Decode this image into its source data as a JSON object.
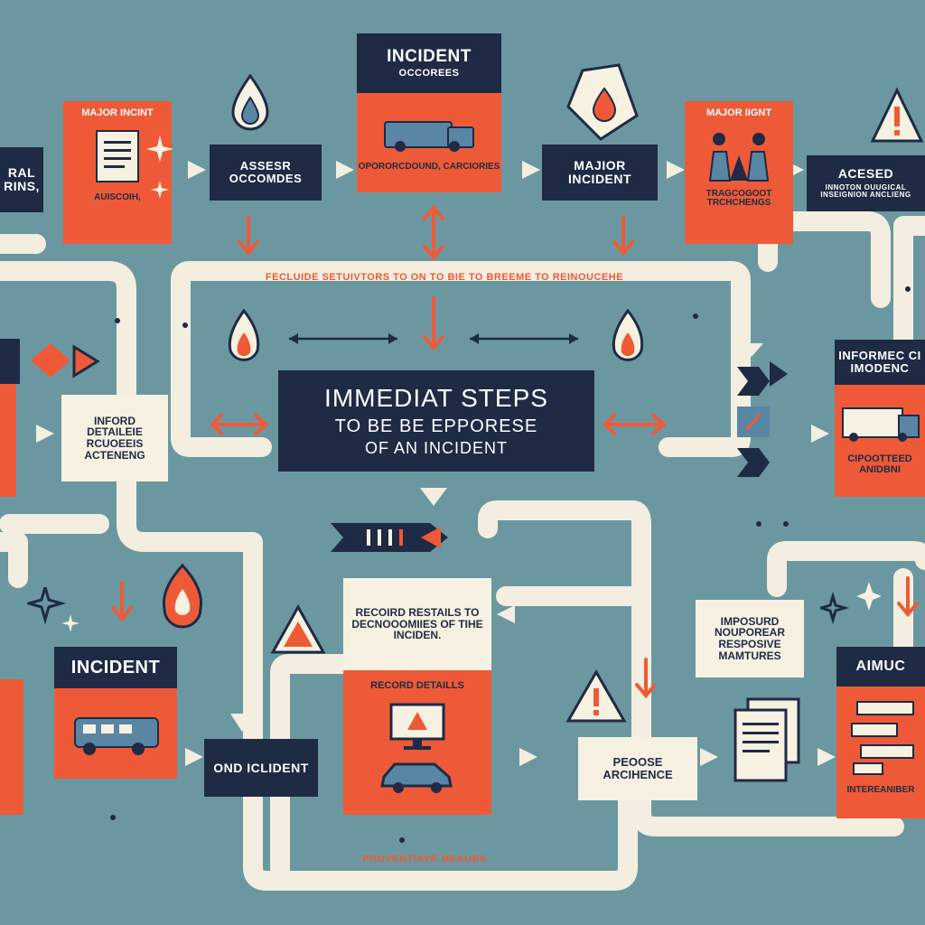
{
  "colors": {
    "background": "#6b98a0",
    "navy": "#1f2a44",
    "orange": "#ee5a37",
    "cream": "#f6f1e1",
    "path": "#f3eee0"
  },
  "top": {
    "incident_title": "INCIDENT",
    "incident_sub": "OCCOREES",
    "incident_caption": "OPORORCDOUND, CARCIORIES",
    "major_incident_left_tag": "MAJOR INCINT",
    "major_incident_left_caption": "AUISCOIH,",
    "assesr_box": "ASSESR OCCOMDES",
    "major_incident_center": "MAJIOR INCIDENT",
    "major_incident_right_tag": "MAJOR IIGNT",
    "major_incident_right_caption": "TRAGCOGOOT TRCHCHENGS",
    "acesed_box_title": "ACESED",
    "acesed_box_sub": "INNOTON OUUGICAL INSEIGNION ANCLIENG",
    "left_edge_box": "RAL RINS,"
  },
  "banner": {
    "path_text": "FECLUIDE SETUIVTORS TO ON TO BIE TO BREEME TO REINOUCEHE"
  },
  "center": {
    "line1": "IMMEDIAT STEPS",
    "line2": "TO BE BE EPPORESE",
    "line3": "OF AN INCIDENT"
  },
  "left": {
    "inform_box": "INFORD DETAILEIE RCUOEEIS ACTENENG"
  },
  "right": {
    "informe_title": "INFORMEC CI IMODENC",
    "informe_caption": "CIPOOTTEED ANIDBNI"
  },
  "bottom": {
    "incident_title": "INCIDENT",
    "ond_incident": "OND ICLIDENT",
    "record_box": "RECOIRD RESTAILS TO DECNOOOMIIES OF TIHE INCIDEN.",
    "record_details": "RECORD DETAILLS",
    "pecorse_box": "PEOOSE ARCIHENCE",
    "imposurd_box": "IMPOSURD NOUPOREAR RESPOSIVE MAMTURES",
    "aimuc_title": "AIMUC",
    "aimuc_caption": "INTEREANIBER",
    "preventive_caption": "PROVENTIAVE MEAUBS"
  },
  "icons": [
    "water-drop-icon",
    "document-icon",
    "sparkle-icon",
    "truck-icon",
    "flame-drop-document-icon",
    "warning-icon",
    "handshake-icon",
    "flame-icon",
    "diamond-icon",
    "play-icon",
    "van-icon",
    "computer-alert-icon",
    "car-icon",
    "papers-icon",
    "chevrons-icon",
    "battery-progress-icon"
  ]
}
